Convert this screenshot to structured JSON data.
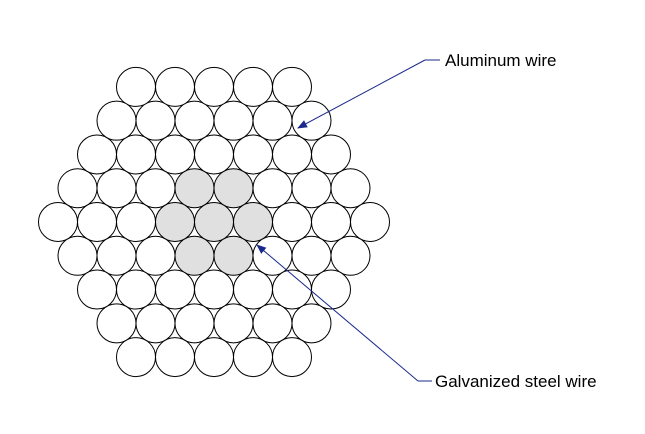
{
  "labels": {
    "aluminum": "Aluminum wire",
    "steel": "Galvanized steel wire"
  },
  "colors": {
    "aluminum_fill": "#ffffff",
    "steel_fill": "#e0e0e0",
    "outline": "#000000",
    "leader_line": "#1a2a8c"
  },
  "structure": {
    "steel_wire_count": 7,
    "aluminum_wire_count": 54,
    "layers": [
      {
        "material": "steel",
        "wires": 1
      },
      {
        "material": "steel",
        "wires": 6
      },
      {
        "material": "aluminum",
        "wires": 12
      },
      {
        "material": "aluminum",
        "wires": 18
      },
      {
        "material": "aluminum",
        "wires": 24
      }
    ]
  }
}
